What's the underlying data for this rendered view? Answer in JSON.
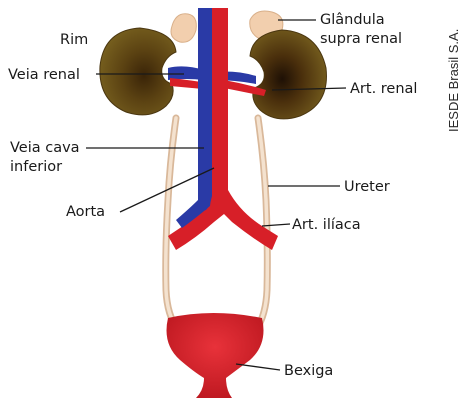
{
  "title": "",
  "labels": {
    "rim": "Rim",
    "glandula_line1": "Glândula",
    "glandula_line2": "supra renal",
    "veia_renal": "Veia renal",
    "art_renal": "Art. renal",
    "veia_cava_line1": "Veia cava",
    "veia_cava_line2": "inferior",
    "ureter": "Ureter",
    "aorta": "Aorta",
    "art_iliaca": "Art. ilíaca",
    "bexiga": "Bexiga"
  },
  "credit": "IESDE Brasil S.A.",
  "colors": {
    "kidney": "#6e5418",
    "kidney_dark": "#3c2608",
    "adrenal": "#f2cfae",
    "ureter": "#e9cdb0",
    "artery": "#d71f28",
    "vein": "#2a3aa6",
    "bladder": "#d21f26"
  }
}
